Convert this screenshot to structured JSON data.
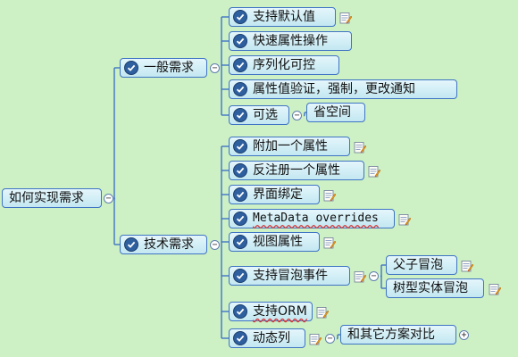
{
  "root": {
    "label": "如何实现需求"
  },
  "branches": [
    {
      "label": "一般需求",
      "children": [
        {
          "label": "支持默认值",
          "note": true
        },
        {
          "label": "快速属性操作"
        },
        {
          "label": "序列化可控"
        },
        {
          "label": "属性值验证，强制，更改通知"
        },
        {
          "label": "可选",
          "children": [
            {
              "label": "省空间"
            }
          ]
        }
      ]
    },
    {
      "label": "技术需求",
      "children": [
        {
          "label": "附加一个属性",
          "note": true
        },
        {
          "label": "反注册一个属性",
          "note": true
        },
        {
          "label": "界面绑定",
          "note": true
        },
        {
          "label": "MetaData overrides",
          "note": true
        },
        {
          "label": "视图属性",
          "note": true
        },
        {
          "label": "支持冒泡事件",
          "note": true,
          "children": [
            {
              "label": "父子冒泡",
              "note": true
            },
            {
              "label": "树型实体冒泡",
              "note": true
            }
          ]
        },
        {
          "label": "支持ORM",
          "note": true
        },
        {
          "label": "动态列",
          "note": true,
          "children": [
            {
              "label": "和其它方案对比",
              "collapsed": true
            }
          ]
        }
      ]
    }
  ],
  "colors": {
    "background": "#cdf0c4",
    "node_border": "#3f74c4",
    "check": "#2e5f9f",
    "connector": "#3f74c4"
  }
}
